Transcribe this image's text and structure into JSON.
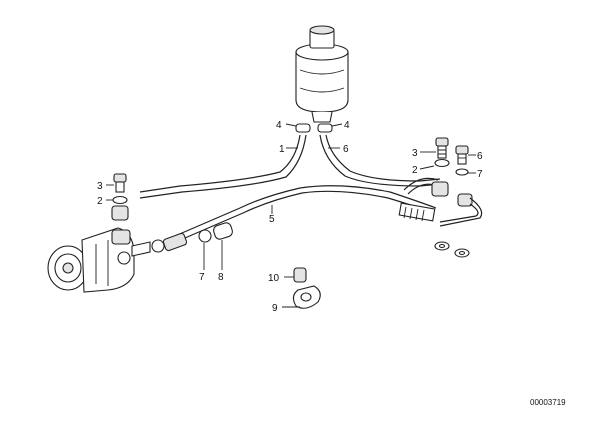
{
  "callouts": [
    {
      "id": "c1",
      "text": "1"
    },
    {
      "id": "c2a",
      "text": "2"
    },
    {
      "id": "c2b",
      "text": "2"
    },
    {
      "id": "c3a",
      "text": "3"
    },
    {
      "id": "c3b",
      "text": "3"
    },
    {
      "id": "c4a",
      "text": "4"
    },
    {
      "id": "c4b",
      "text": "4"
    },
    {
      "id": "c5",
      "text": "5"
    },
    {
      "id": "c6a",
      "text": "6"
    },
    {
      "id": "c6b",
      "text": "6"
    },
    {
      "id": "c7a",
      "text": "7"
    },
    {
      "id": "c7b",
      "text": "7"
    },
    {
      "id": "c8",
      "text": "8"
    },
    {
      "id": "c9",
      "text": "9"
    },
    {
      "id": "c10",
      "text": "10"
    }
  ],
  "diagram_number": "00003719"
}
